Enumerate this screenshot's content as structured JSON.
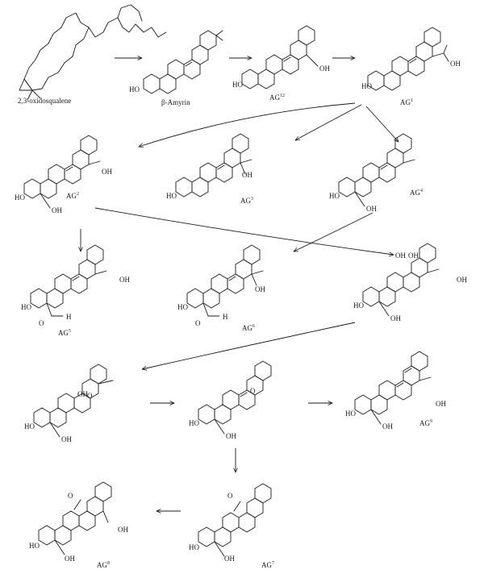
{
  "compounds": [
    {
      "id": "oxidosqualene",
      "text": "2,3-oxidosqualene",
      "sup": ""
    },
    {
      "id": "amyrin",
      "text": "β-Amyrin",
      "sup": ""
    },
    {
      "id": "ag12",
      "text": "AG",
      "sup": "12"
    },
    {
      "id": "ag1",
      "text": "AG",
      "sup": "1"
    },
    {
      "id": "ag2",
      "text": "AG",
      "sup": "2"
    },
    {
      "id": "ag3",
      "text": "AG",
      "sup": "3"
    },
    {
      "id": "ag4",
      "text": "AG",
      "sup": "4"
    },
    {
      "id": "ag5",
      "text": "AG",
      "sup": "5"
    },
    {
      "id": "ag6",
      "text": "AG",
      "sup": "6"
    },
    {
      "id": "ag9",
      "text": "AG",
      "sup": "9"
    },
    {
      "id": "ag7",
      "text": "AG",
      "sup": "7"
    },
    {
      "id": "ag8",
      "text": "AG",
      "sup": "8"
    }
  ],
  "groups": {
    "ho": "HO",
    "oh": "OH",
    "ch2oh": "OH",
    "o": "O",
    "h": "H"
  }
}
